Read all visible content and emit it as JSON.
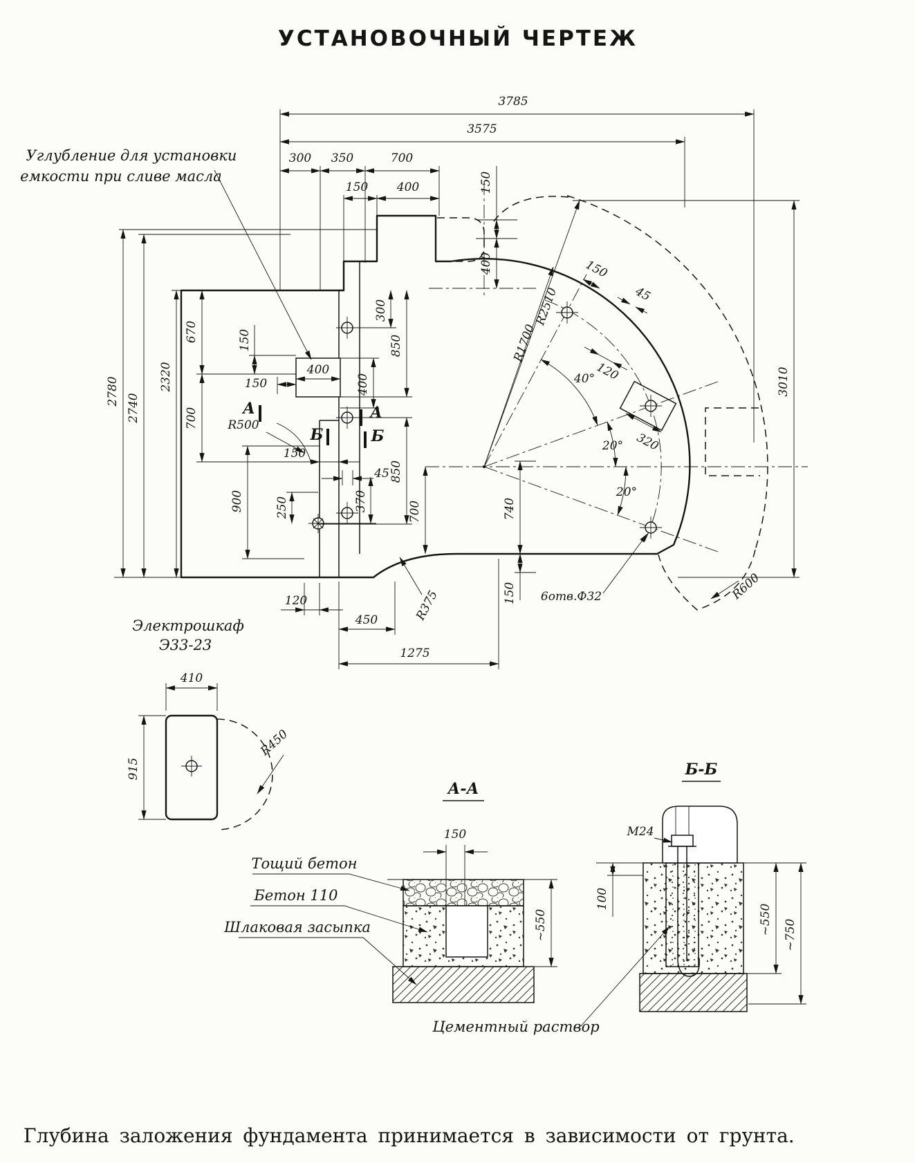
{
  "title": "УСТАНОВОЧНЫЙ ЧЕРТЕЖ",
  "notes": {
    "recess_line1": "Углубление для установки",
    "recess_line2": "емкости при сливе масла",
    "cabinet_line1": "Электрошкаф",
    "cabinet_line2": "Э33-23",
    "footer": "Глубина заложения фундамента принимается в зависимости от грунта."
  },
  "sections": {
    "aa_title": "А-А",
    "bb_title": "Б-Б",
    "mark_a": "А",
    "mark_b": "Б"
  },
  "materials": {
    "lean_concrete": "Тощий бетон",
    "concrete110": "Бетон 110",
    "slag": "Шлаковая засыпка",
    "cement": "Цементный раствор"
  },
  "dims": {
    "d3785": "3785",
    "d3575": "3575",
    "d300": "300",
    "d350": "350",
    "d700_top": "700",
    "d150_top": "150",
    "d400_top": "400",
    "d150_tr": "150",
    "d400_tr": "400",
    "d2780": "2780",
    "d2740": "2740",
    "d2320": "2320",
    "d670": "670",
    "d700_left": "700",
    "d150_mid": "150",
    "d300_v": "300",
    "d850_up": "850",
    "d850_low": "850",
    "d400_box": "400",
    "d400_v": "400",
    "d150_h": "150",
    "r500": "R500",
    "d150_step": "150",
    "d45": "45",
    "d900": "900",
    "d250": "250",
    "d370": "370",
    "d700_bot": "700",
    "d740": "740",
    "d150_bot": "150",
    "r1700": "R1700",
    "r2510": "R2510",
    "d150_r": "150",
    "d45_r": "45",
    "d120_r": "120",
    "d320_r": "320",
    "a40": "40°",
    "a20_1": "20°",
    "a20_2": "20°",
    "d3010": "3010",
    "d120_b": "120",
    "d450_b": "450",
    "d1275": "1275",
    "r375": "R375",
    "holes6": "6отв.Ф32",
    "r600": "R600",
    "d410": "410",
    "d915": "915",
    "r450": "R450",
    "d150_s": "150",
    "d550_a": "~550",
    "m24": "М24",
    "d100": "100",
    "d550_b": "~550",
    "d750": "~750"
  }
}
